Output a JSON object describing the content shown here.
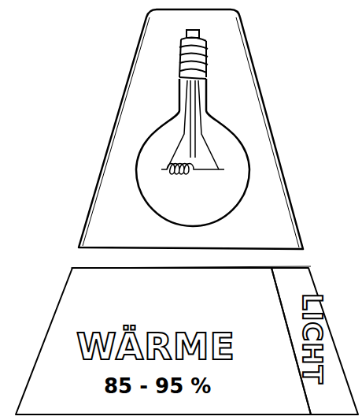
{
  "diagram": {
    "nodes": [
      {
        "text": [
          "WÄRME",
          "85 - 95 %"
        ]
      },
      {
        "text": [
          "LICHT"
        ]
      }
    ]
  }
}
